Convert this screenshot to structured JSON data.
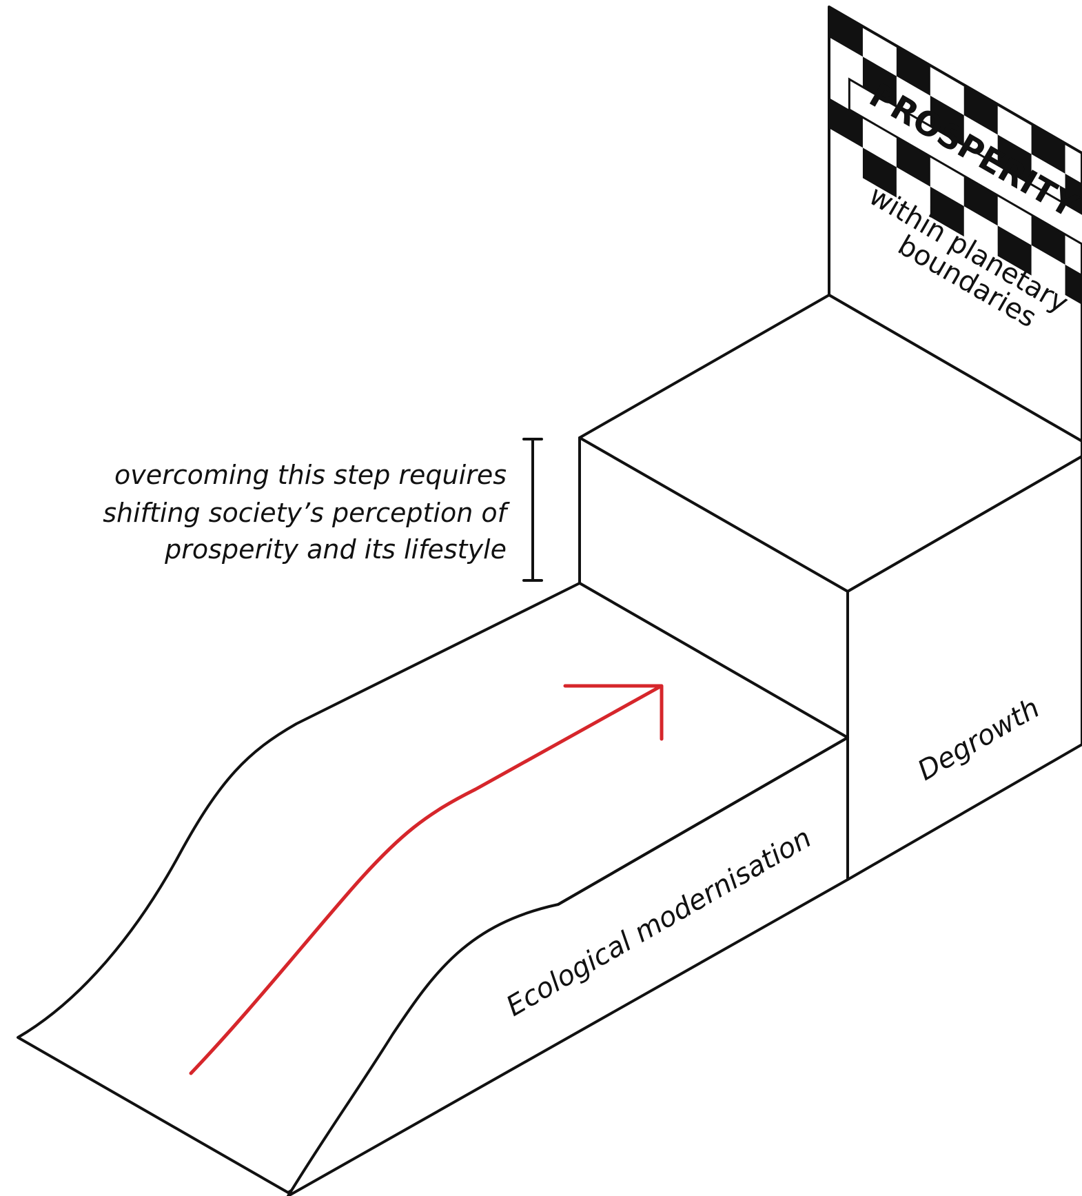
{
  "goal": {
    "title": "PROSPERITY",
    "subtitle_line1": "within planetary",
    "subtitle_line2": "boundaries"
  },
  "steps": {
    "ramp_label": "Ecological modernisation",
    "block_label": "Degrowth"
  },
  "annotation": {
    "line1": "overcoming this step requires",
    "line2": "shifting society’s perception of",
    "line3": "prosperity and its lifestyle"
  },
  "colors": {
    "arrow": "#d6262b",
    "stroke": "#111111"
  }
}
